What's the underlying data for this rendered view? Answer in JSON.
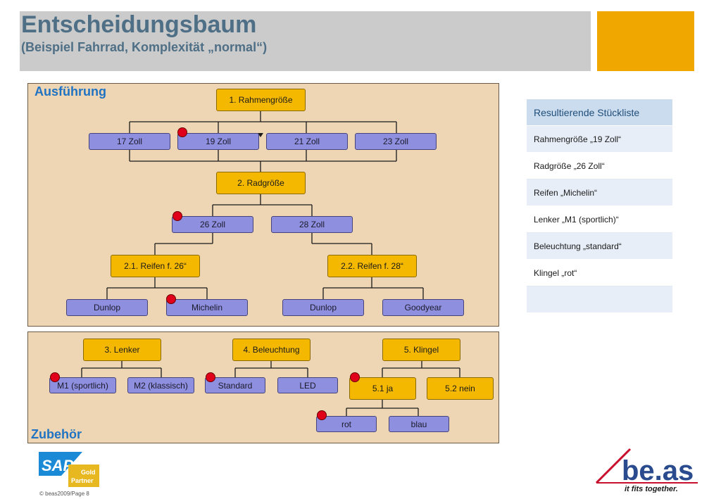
{
  "header": {
    "title": "Entscheidungsbaum",
    "subtitle": "(Beispiel Fahrrad, Komplexität „normal“)"
  },
  "panels": {
    "execution_label": "Ausführung",
    "accessories_label": "Zubehör"
  },
  "tree": {
    "frame_size": "1. Rahmengröße",
    "sizes": [
      "17 Zoll",
      "19 Zoll",
      "21 Zoll",
      "23 Zoll"
    ],
    "wheel_size": "2. Radgröße",
    "wheels": [
      "26 Zoll",
      "28 Zoll"
    ],
    "tires_26": "2.1. Reifen f. 26“",
    "tires_28": "2.2. Reifen f. 28“",
    "tires_26_options": [
      "Dunlop",
      "Michelin"
    ],
    "tires_28_options": [
      "Dunlop",
      "Goodyear"
    ]
  },
  "accessories": {
    "handlebar": "3. Lenker",
    "handlebar_options": [
      "M1 (sportlich)",
      "M2 (klassisch)"
    ],
    "lighting": "4. Beleuchtung",
    "lighting_options": [
      "Standard",
      "LED"
    ],
    "bell": "5. Klingel",
    "bell_options": [
      "5.1 ja",
      "5.2 nein"
    ],
    "bell_colors": [
      "rot",
      "blau"
    ]
  },
  "bom": {
    "title": "Resultierende Stückliste",
    "rows": [
      "Rahmengröße „19 Zoll“",
      "Radgröße „26 Zoll“",
      "Reifen „Michelin“",
      "Lenker „M1 (sportlich)“",
      "Beleuchtung „standard“",
      "Klingel „rot“",
      ""
    ]
  },
  "logos": {
    "sap_main": "SAP",
    "sap_badge_line1": "Gold",
    "sap_badge_line2": "Partner",
    "beas_name": "be.as",
    "beas_tagline": "it fits together."
  },
  "footer": "© beas2009/Page 8",
  "colors": {
    "selected_marker": "#e0001a",
    "decision_node": "#f5b800",
    "option_node": "#8f8fe0"
  }
}
